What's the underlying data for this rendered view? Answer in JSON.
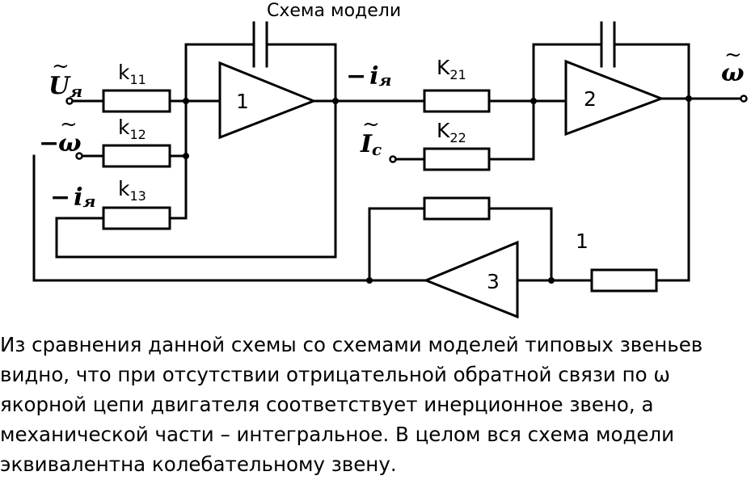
{
  "title": "Схема модели",
  "resistors": {
    "r11": {
      "k": "k",
      "sub": "11"
    },
    "r12": {
      "k": "k",
      "sub": "12"
    },
    "r13": {
      "k": "k",
      "sub": "13"
    },
    "r21": {
      "k": "K",
      "sub": "21"
    },
    "r22": {
      "k": "K",
      "sub": "22"
    },
    "rfb": {
      "k": "1",
      "sub": ""
    }
  },
  "amplifiers": {
    "a1": "1",
    "a2": "2",
    "a3": "3"
  },
  "signals": {
    "u_base": "U",
    "u_sub": "я",
    "u_tilde": "~",
    "minus_omega_sign": "−",
    "minus_omega_base": "ω",
    "minus_omega_tilde": "~",
    "minus_i_sign": "−",
    "minus_i_base": "i",
    "minus_i_sub": "я",
    "minus_i_out_sign": "−",
    "minus_i_out_base": "i",
    "minus_i_out_sub": "я",
    "ic_base": "I",
    "ic_sub": "c",
    "ic_tilde": "~",
    "omega_out_base": "ω",
    "omega_out_tilde": "~"
  },
  "caption": [
    "Из сравнения данной схемы со схемами моделей типовых звеньев",
    "видно, что при отсутствии отрицательной обратной связи по ω",
    "якорной цепи двигателя соответствует инерционное звено, а",
    "механической части – интегральное. В целом вся схема модели",
    "эквивалентна колебательному звену."
  ]
}
